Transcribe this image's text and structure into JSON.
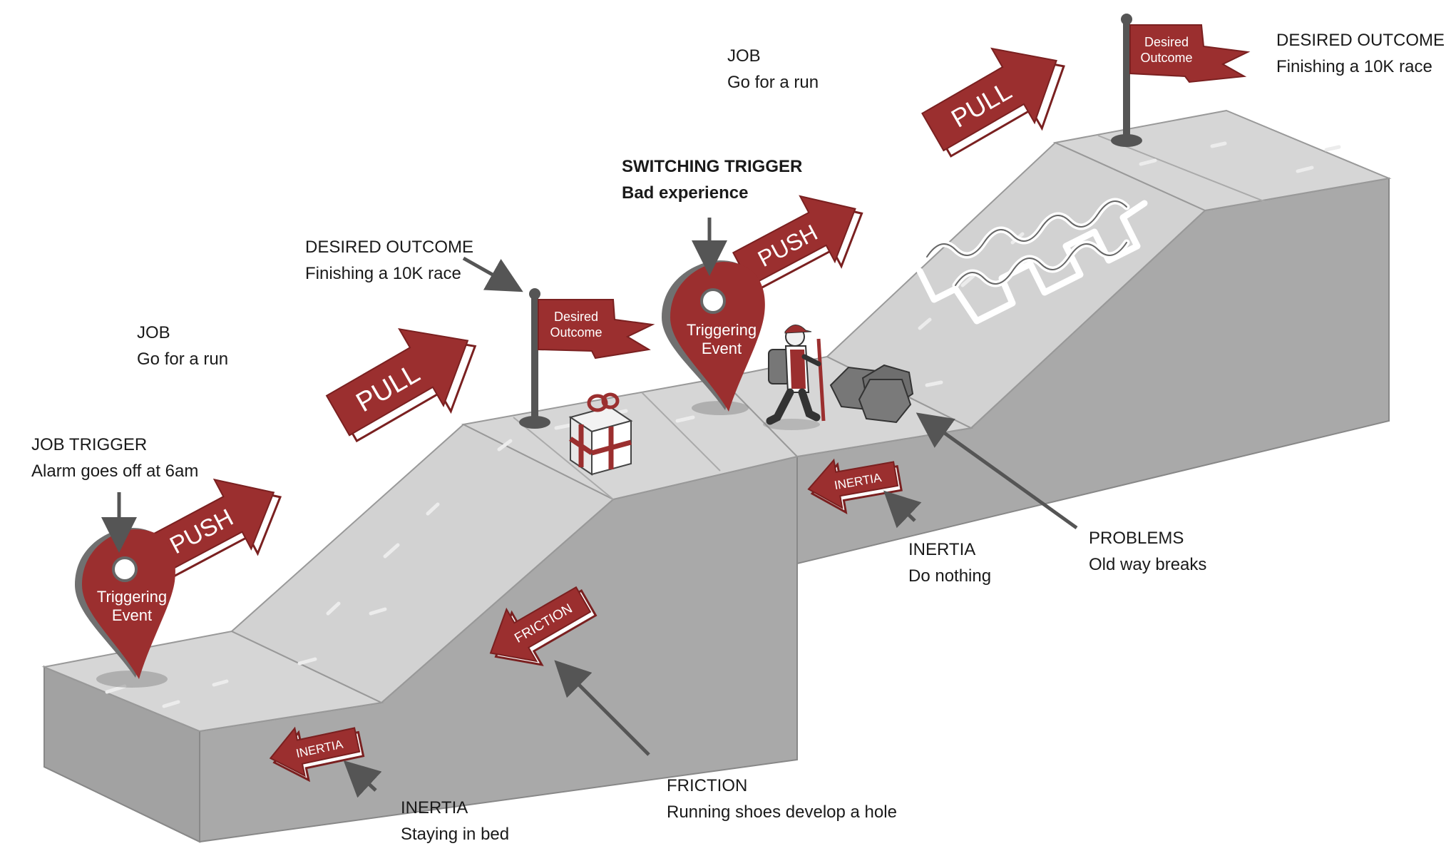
{
  "labels": {
    "job_trigger": {
      "title": "JOB TRIGGER",
      "detail": "Alarm goes off at 6am"
    },
    "job_1": {
      "title": "JOB",
      "detail": "Go for a run"
    },
    "desired_outcome_1": {
      "title": "DESIRED OUTCOME",
      "detail": "Finishing a 10K race"
    },
    "switching_trigger": {
      "title": "SWITCHING TRIGGER",
      "detail": "Bad experience"
    },
    "job_2": {
      "title": "JOB",
      "detail": "Go for a run"
    },
    "desired_outcome_2": {
      "title": "DESIRED OUTCOME",
      "detail": "Finishing a 10K race"
    },
    "inertia_1": {
      "title": "INERTIA",
      "detail": "Staying in bed"
    },
    "friction": {
      "title": "FRICTION",
      "detail": "Running shoes develop a hole"
    },
    "inertia_2": {
      "title": "INERTIA",
      "detail": "Do nothing"
    },
    "problems": {
      "title": "PROBLEMS",
      "detail": "Old way breaks"
    }
  },
  "arrows": {
    "push": "PUSH",
    "pull": "PULL",
    "inertia": "INERTIA",
    "friction": "FRICTION"
  },
  "markers": {
    "triggering_event": [
      "Triggering",
      "Event"
    ],
    "desired_outcome_flag": [
      "Desired",
      "Outcome"
    ]
  },
  "colors": {
    "accent": "#9b2f2f",
    "surface_top": "#d4d4d4",
    "surface_side": "#a8a8a8",
    "text": "#1a1a1a"
  }
}
